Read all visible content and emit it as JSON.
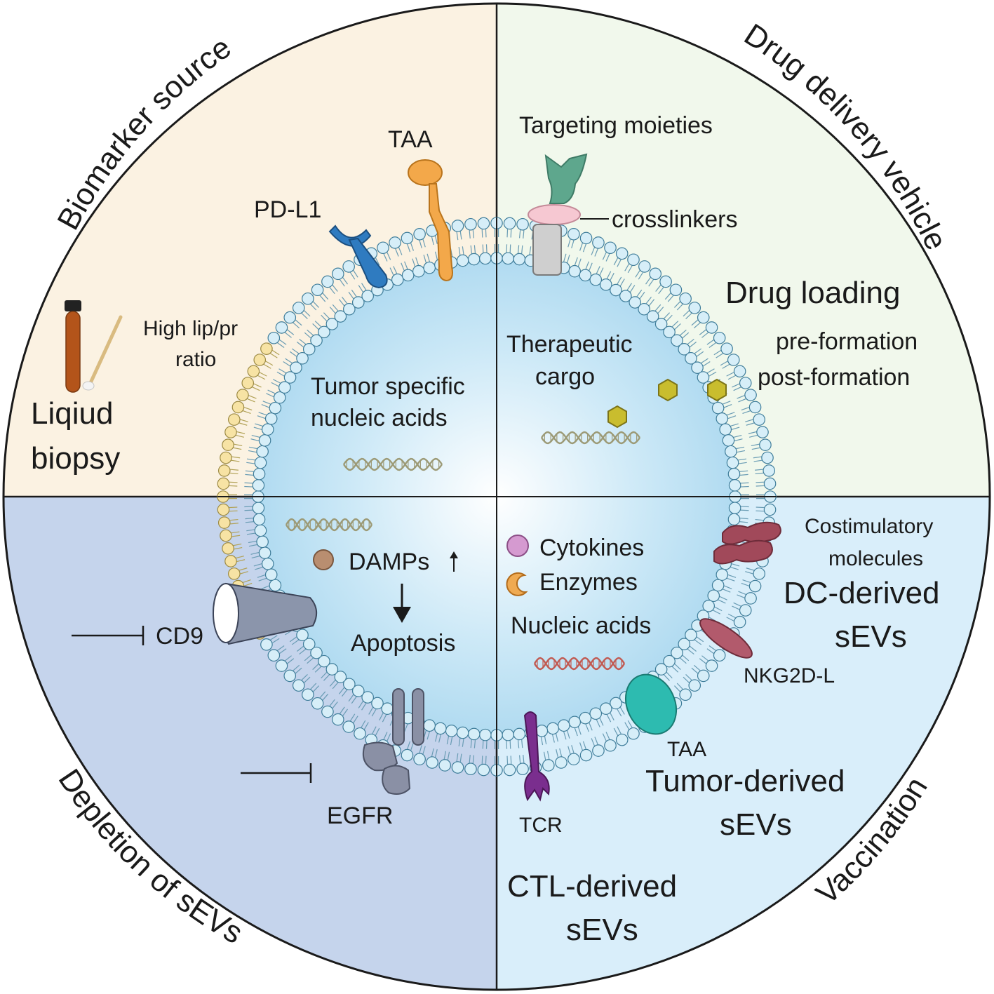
{
  "quadrants": {
    "top_left": "Biomarker source",
    "top_right": "Drug delivery vehicle",
    "bottom_left": "Depletion of sEVs",
    "bottom_right": "Vaccination"
  },
  "labels": {
    "pd_l1": "PD-L1",
    "taa_top": "TAA",
    "targeting_moieties": "Targeting moieties",
    "crosslinkers": "crosslinkers",
    "drug_loading": "Drug loading",
    "pre_formation": "pre-formation",
    "post_formation": "post-formation",
    "high_lip_line1": "High lip/pr",
    "high_lip_line2": "ratio",
    "liquid_line1": "Liqiud",
    "liquid_line2": "biopsy",
    "tumor_specific_line1": "Tumor specific",
    "tumor_specific_line2": "nucleic acids",
    "therapeutic_line1": "Therapeutic",
    "therapeutic_line2": "cargo",
    "damps": "DAMPs",
    "apoptosis": "Apoptosis",
    "cd9": "CD9",
    "egfr": "EGFR",
    "cytokines": "Cytokines",
    "enzymes": "Enzymes",
    "nucleic_acids": "Nucleic acids",
    "costim_line1": "Costimulatory",
    "costim_line2": "molecules",
    "dc_line1": "DC-derived",
    "dc_line2": "sEVs",
    "nkg2d": "NKG2D-L",
    "taa_bottom": "TAA",
    "tumor_derived_line1": "Tumor-derived",
    "tumor_derived_line2": "sEVs",
    "tcr": "TCR",
    "ctl_line1": "CTL-derived",
    "ctl_line2": "sEVs"
  },
  "colors": {
    "quad_top_left": "#fbf2e2",
    "quad_top_right": "#f1f8ec",
    "quad_bottom_left": "#c5d4ec",
    "quad_bottom_right": "#d9eefa",
    "lipid_head": "#d6eef8",
    "lipid_head_highlight": "#f7e3a4",
    "interior": "#a9d7ef",
    "pd_l1": "#2f7bc0",
    "taa": "#f3a84a",
    "targeting": "#5ea78d",
    "crosslinker": "#f6c8d2",
    "hexagon": "#c9bd2e",
    "cytokine": "#d59ad0",
    "enzyme": "#efaa52",
    "damp": "#b98e70",
    "costim": "#a1495a",
    "nkg2d": "#b25a6c",
    "taa_bottom": "#2dbbb0",
    "tcr": "#7a2e8e",
    "cd9": "#8b95ab",
    "egfr": "#8a90a5"
  }
}
